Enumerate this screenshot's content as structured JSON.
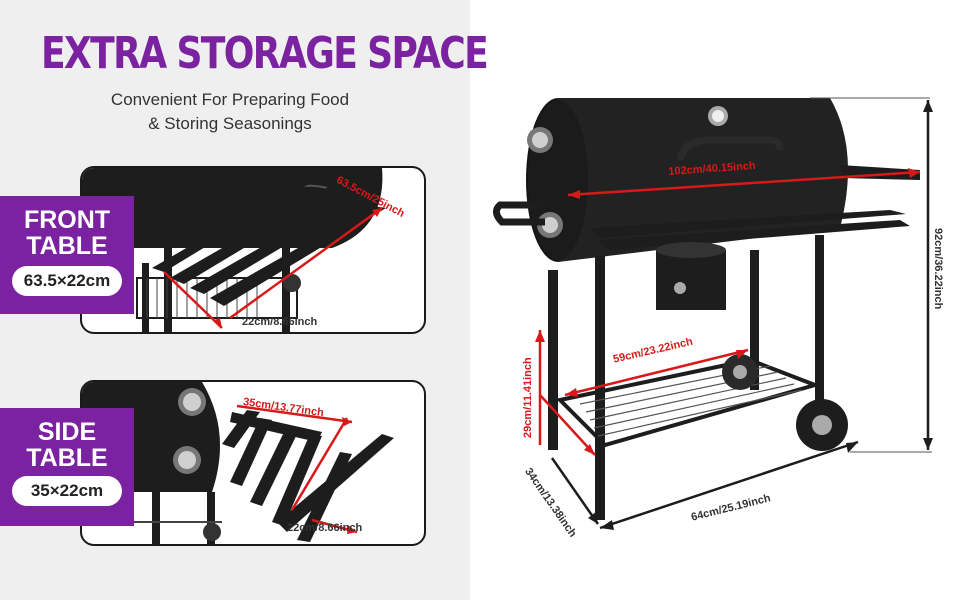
{
  "headline": "EXTRA STORAGE SPACE",
  "subheadline": [
    "Convenient For Preparing Food",
    "& Storing Seasonings"
  ],
  "front_table": {
    "title_line1": "FRONT",
    "title_line2": "TABLE",
    "size": "63.5×22cm",
    "dim_length": "63.5cm/25inch",
    "dim_width": "22cm/8.66inch"
  },
  "side_table": {
    "title_line1": "SIDE",
    "title_line2": "TABLE",
    "size": "35×22cm",
    "dim_length": "35cm/13.77inch",
    "dim_width": "22cm/8.66inch"
  },
  "grill_dimensions": {
    "total_length": "102cm/40.15inch",
    "total_height": "92cm/36.22inch",
    "shelf_length": "59cm/23.22inch",
    "shelf_height": "29cm/11.41inch",
    "depth": "34cm/13.38inch",
    "width": "64cm/25.19inch"
  },
  "colors": {
    "accent_purple": "#7a22a0",
    "dimension_red": "#d81919",
    "dimension_gray": "#333333",
    "panel_bg": "#efefef",
    "grill_black": "#1d1d1d"
  }
}
